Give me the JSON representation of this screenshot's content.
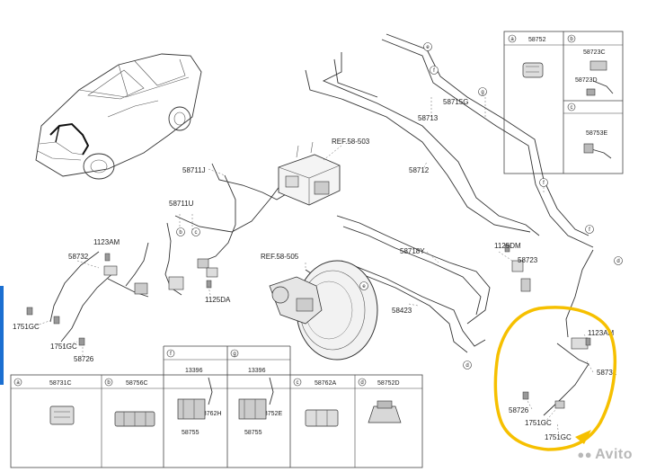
{
  "diagram": {
    "labels": {
      "ref_top": "REF.58-503",
      "ref_mid": "REF.58-505",
      "p58711J": "58711J",
      "p58711U": "58711U",
      "p58713": "58713",
      "p58715G": "58715G",
      "p58712": "58712",
      "p58718Y": "58718Y",
      "p58423": "58423",
      "p58732": "58732",
      "p58726a": "58726",
      "p58726b": "58726",
      "p1751GC_a": "1751GC",
      "p1751GC_b": "1751GC",
      "p1751GC_c": "1751GC",
      "p1751GC_d": "1751GC",
      "p1125DA": "1125DA",
      "p1125DM": "1125DM",
      "p1123AM_a": "1123AM",
      "p1123AM_b": "1123AM",
      "p58723": "58723",
      "p58731": "58731"
    },
    "circles": {
      "a": "a",
      "b": "b",
      "c": "c",
      "d": "d",
      "e": "e",
      "f": "f",
      "g": "g"
    },
    "inset_right": {
      "top_a": "58752",
      "top_b_part1": "58723C",
      "top_b_part2": "58723D",
      "bottom_c": "58753E"
    },
    "bottom_table": {
      "c1": "58731C",
      "c2": "58756C",
      "c3_a": "13396",
      "c3_b": "58762H",
      "c3_c": "58755",
      "c4_a": "13396",
      "c4_b": "58752E",
      "c4_c": "58755",
      "c5": "58762A",
      "c6": "58752D"
    }
  },
  "watermark": {
    "text": "Avito"
  },
  "colors": {
    "highlight": "#f6c000",
    "blue_edge": "#1b6fd1"
  }
}
